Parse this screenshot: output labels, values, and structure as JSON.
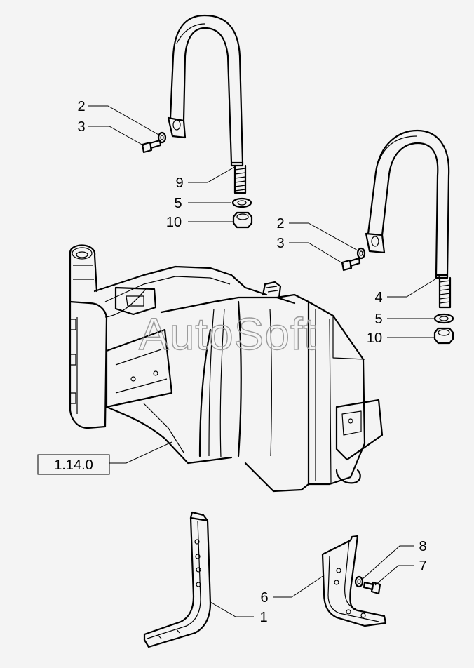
{
  "watermark": "AutoSoft",
  "reference": "1.14.0",
  "callouts": {
    "c_2a": "2",
    "c_3a": "3",
    "c_9": "9",
    "c_5a": "5",
    "c_10a": "10",
    "c_2b": "2",
    "c_3b": "3",
    "c_4": "4",
    "c_5b": "5",
    "c_10b": "10",
    "c_8": "8",
    "c_7": "7",
    "c_6": "6",
    "c_1": "1"
  }
}
